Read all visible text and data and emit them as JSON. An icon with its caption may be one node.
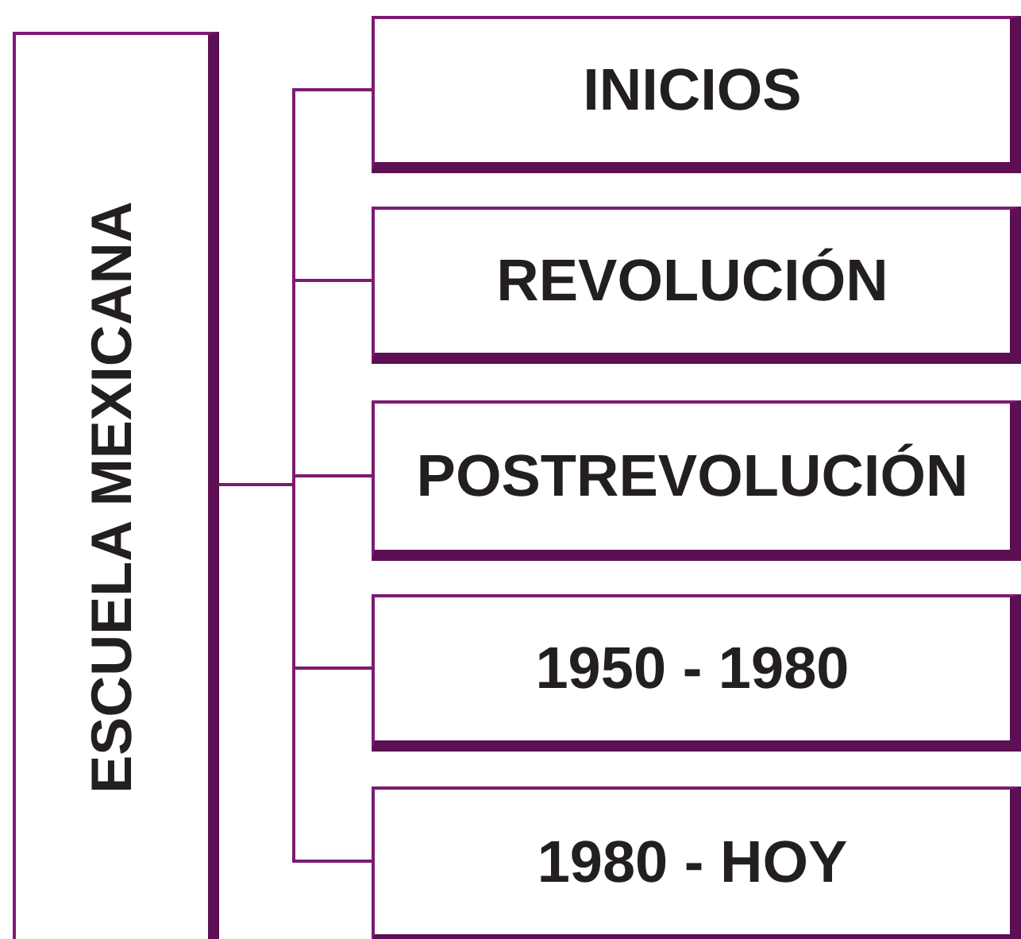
{
  "diagram": {
    "nodes": [
      {
        "text": [
          "ESCUELA MEXICANA"
        ]
      },
      {
        "text": [
          "INICIOS"
        ]
      },
      {
        "text": [
          "REVOLUCIÓN"
        ]
      },
      {
        "text": [
          "POSTREVOLUCIÓN"
        ]
      },
      {
        "text": [
          "1950 - 1980"
        ]
      },
      {
        "text": [
          "1980 - HOY"
        ]
      }
    ],
    "edges": [
      {
        "from": 0,
        "to": 1,
        "arrow": "none"
      },
      {
        "from": 0,
        "to": 2,
        "arrow": "none"
      },
      {
        "from": 0,
        "to": 3,
        "arrow": "none"
      },
      {
        "from": 0,
        "to": 4,
        "arrow": "none"
      },
      {
        "from": 0,
        "to": 5,
        "arrow": "none"
      }
    ]
  }
}
